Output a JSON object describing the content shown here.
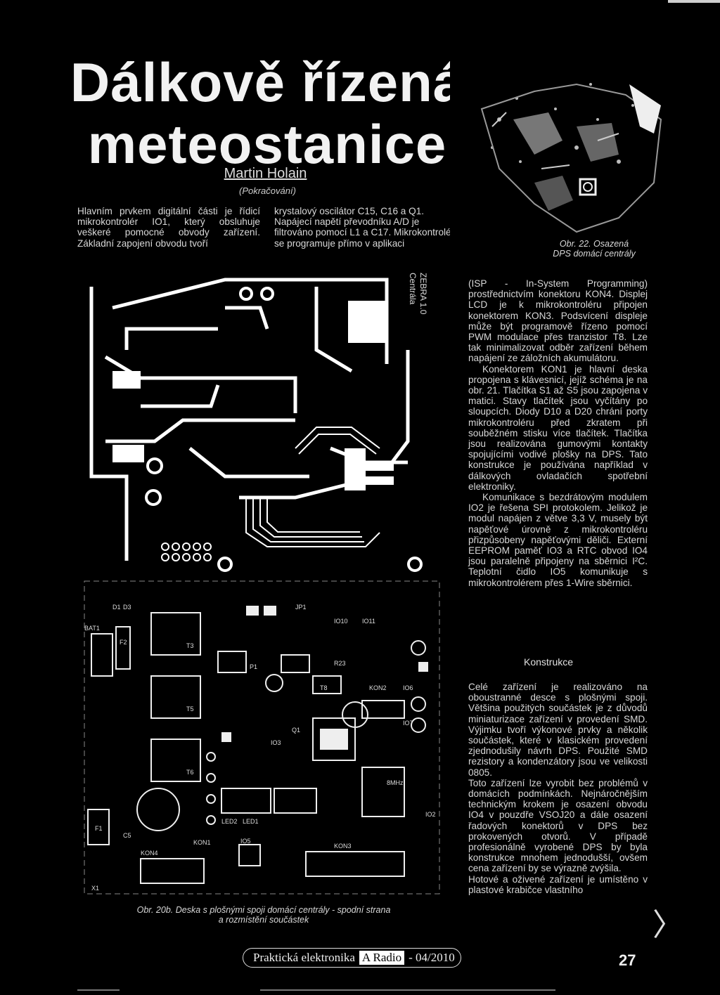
{
  "title_line1": "Dálkově řízená",
  "title_line2": "meteostanice",
  "author": "Martin Holain",
  "continued": "(Pokračování)",
  "intro_left": "Hlavním prvkem digitální části je řídicí mikrokontrolér IO1, který obsluhuje veškeré pomocné obvody zařízení. Základní zapojení obvodu tvoří",
  "intro_right": "krystalový oscilátor C15, C16 a Q1. Napájecí napětí převodníku A/D je filtrováno pomocí L1 a C17. Mikrokontrolér se programuje přímo v aplikaci",
  "photo_caption_1": "Obr. 22. Osazená",
  "photo_caption_2": "DPS domácí centrály",
  "pcb_label_1": "ZEBRA 1.0",
  "pcb_label_2": "Centrála",
  "right_p1": "(ISP - In-System Programming) prostřednictvím konektoru KON4. Displej LCD je k mikrokontroléru připojen konektorem KON3. Podsvícení displeje může být programově řízeno pomocí PWM modulace přes tranzistor T8. Lze tak minimalizovat odběr zařízení během napájení ze záložních akumulátoru.",
  "right_p2": "Konektorem KON1 je hlavní deska propojena s klávesnicí, jejíž schéma je na obr. 21. Tlačítka S1 až S5 jsou zapojena v matici. Stavy tlačítek jsou vyčítány po sloupcích. Diody D10 a D20 chrání porty mikrokontroléru před zkratem při souběžném stisku více tlačítek. Tlačítka jsou realizována gumovými kontakty spojujícími vodivé plošky na DPS. Tato konstrukce je používána například v dálkových ovladačích spotřební elektroniky.",
  "right_p3": "Komunikace s bezdrátovým modulem IO2 je řešena SPI protokolem. Jelikož je modul napájen z větve 3,3 V, musely být napěťové úrovně z mikrokontroléru přizpůsobeny napěťovými děliči. Externí EEPROM paměť IO3 a RTC obvod IO4 jsou paralelně připojeny na sběrnici I²C. Teplotní čidlo IO5 komunikuje s mikrokontrolérem přes 1-Wire sběrnici.",
  "heading_konstrukce": "Konstrukce",
  "right_p4": "Celé zařízení je realizováno na oboustranné desce s plošnými spoji. Většina použitých součástek je z důvodů miniaturizace zařízení v provedení SMD. Výjimku tvoří výkonové prvky a několik součástek, které v klasickém provedení zjednodušily návrh DPS. Použité SMD rezistory a kondenzátory jsou ve velikosti 0805.",
  "right_p5": "Toto zařízení lze vyrobit bez problémů v domácích podmínkách. Nejnáročnějším technickým krokem je osazení obvodu IO4 v pouzdře VSOJ20 a dále osazení řadových konektorů v DPS bez prokovených otvorů. V případě profesionálně vyrobené DPS by byla konstrukce mnohem jednodušší, ovšem cena zařízení by se výrazně zvýšila.",
  "right_p6": "Hotové a oživené zařízení je umístěno v plastové krabičce vlastního",
  "board_caption_1": "Obr. 20b. Deska s plošnými spoji domácí centrály - spodní strana",
  "board_caption_2": "a rozmístění součástek",
  "board_labels": {
    "d1": "D1",
    "d3": "D3",
    "bat1": "BAT1",
    "f2": "F2",
    "t3": "T3",
    "t5": "T5",
    "t6": "T6",
    "kon4": "KON4",
    "kon3": "KON3",
    "kon1": "KON1",
    "kon2": "KON2",
    "led1": "LED1",
    "led2": "LED2",
    "io10": "IO10",
    "io11": "IO11",
    "io3": "IO3",
    "io5": "IO5",
    "io6": "IO6",
    "io7": "IO7",
    "io2": "IO2",
    "jp1": "JP1",
    "r23": "R23",
    "t8": "T8",
    "p1": "P1",
    "q1": "Q1",
    "mhz": "8MHz",
    "f1": "F1",
    "c5": "C5",
    "x1": "X1"
  },
  "footer_part1": "Praktická elektronika",
  "footer_part2": "A Radio",
  "footer_part3": "- 04/2010",
  "page_number": "27",
  "chevron": "〉"
}
